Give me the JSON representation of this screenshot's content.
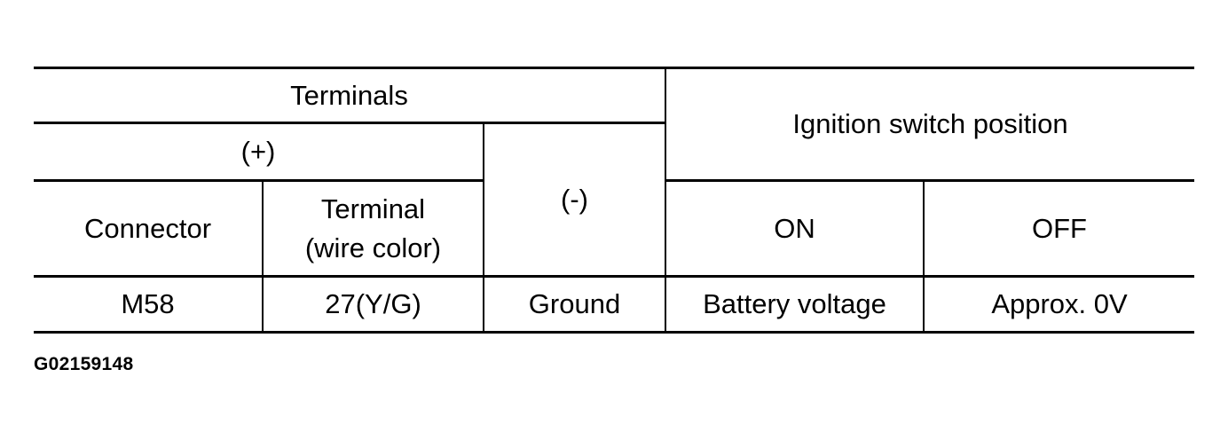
{
  "table": {
    "header": {
      "terminals": "Terminals",
      "plus": "(+)",
      "minus": "(-)",
      "ignition_switch_position": "Ignition switch position",
      "connector": "Connector",
      "terminal_line1": "Terminal",
      "terminal_line2": "(wire color)",
      "on": "ON",
      "off": "OFF"
    },
    "rows": [
      {
        "connector": "M58",
        "terminal": "27(Y/G)",
        "minus": "Ground",
        "on": "Battery voltage",
        "off": "Approx. 0V"
      }
    ]
  },
  "figure_code": "G02159148"
}
